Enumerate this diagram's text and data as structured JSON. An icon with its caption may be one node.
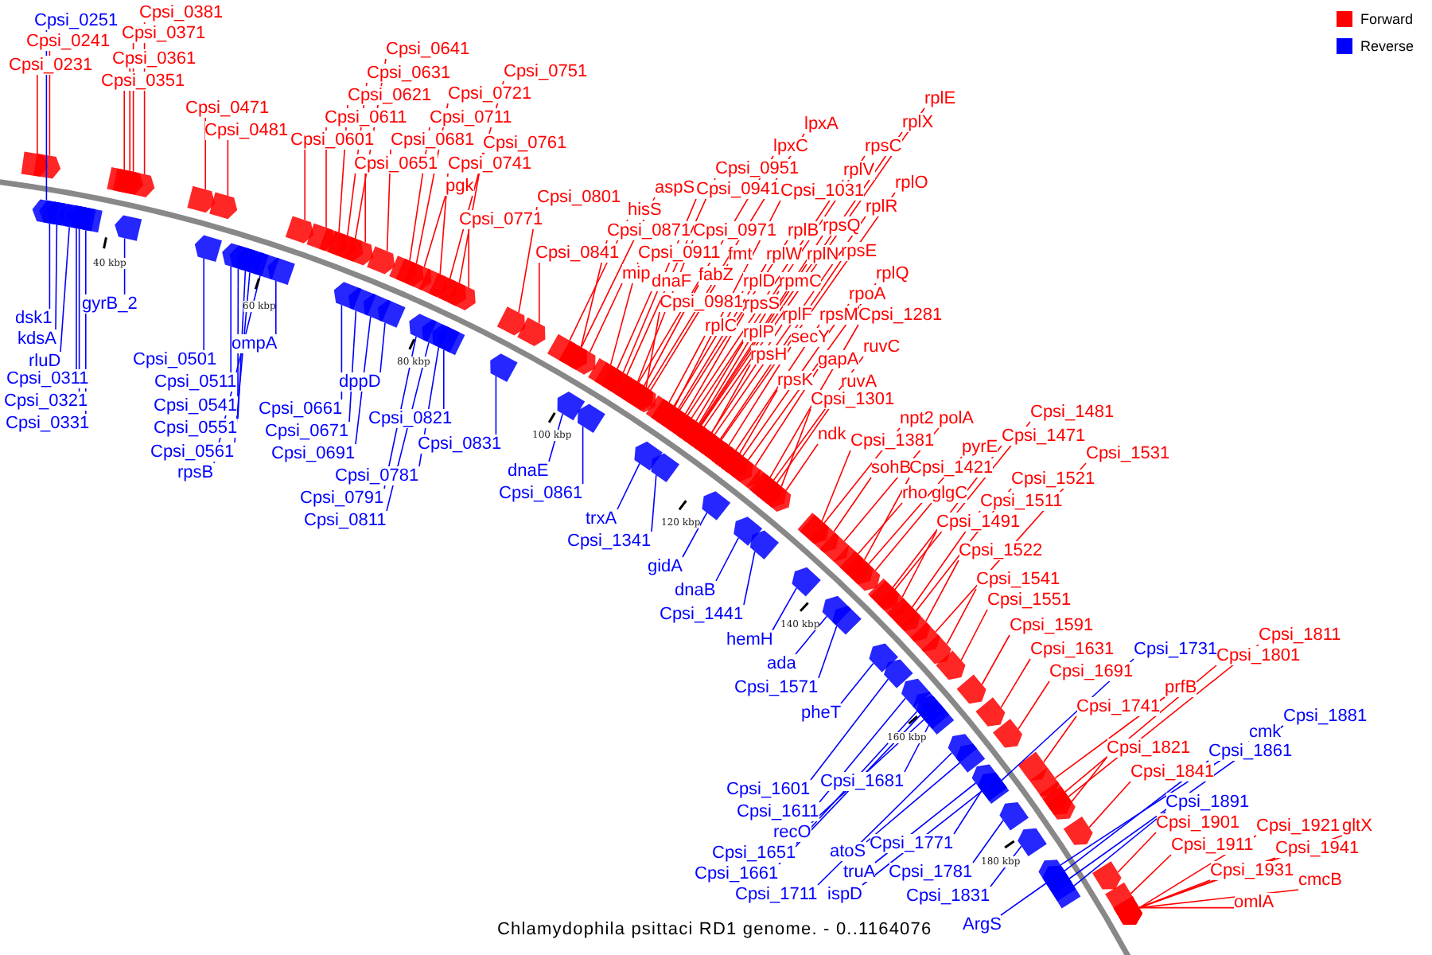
{
  "diagram": {
    "caption": "Chlamydophila psittaci RD1 genome. - 0..1164076",
    "nodes": [
      {
        "text": [
          "Cpsi_0251"
        ]
      },
      {
        "text": [
          "Cpsi_0241"
        ]
      },
      {
        "text": [
          "Cpsi_0231"
        ]
      },
      {
        "text": [
          "Cpsi_0381"
        ]
      },
      {
        "text": [
          "Cpsi_0371"
        ]
      },
      {
        "text": [
          "Cpsi_0361"
        ]
      },
      {
        "text": [
          "Cpsi_0351"
        ]
      },
      {
        "text": [
          "Cpsi_0471"
        ]
      },
      {
        "text": [
          "Cpsi_0481"
        ]
      },
      {
        "text": [
          "Cpsi_0641"
        ]
      },
      {
        "text": [
          "Cpsi_0631"
        ]
      },
      {
        "text": [
          "Cpsi_0621"
        ]
      },
      {
        "text": [
          "Cpsi_0611"
        ]
      },
      {
        "text": [
          "Cpsi_0601"
        ]
      },
      {
        "text": [
          "Cpsi_0651"
        ]
      },
      {
        "text": [
          "Cpsi_0751"
        ]
      },
      {
        "text": [
          "Cpsi_0721"
        ]
      },
      {
        "text": [
          "Cpsi_0711"
        ]
      },
      {
        "text": [
          "Cpsi_0681"
        ]
      },
      {
        "text": [
          "Cpsi_0761"
        ]
      },
      {
        "text": [
          "Cpsi_0741"
        ]
      },
      {
        "text": [
          "pgk"
        ]
      },
      {
        "text": [
          "Cpsi_0771"
        ]
      },
      {
        "text": [
          "Cpsi_0801"
        ]
      },
      {
        "text": [
          "Cpsi_0841"
        ]
      },
      {
        "text": [
          "hisS"
        ]
      },
      {
        "text": [
          "aspS"
        ]
      },
      {
        "text": [
          "Cpsi_0871"
        ]
      },
      {
        "text": [
          "Cpsi_0911"
        ]
      },
      {
        "text": [
          "mip"
        ]
      },
      {
        "text": [
          "dnaF"
        ]
      },
      {
        "text": [
          "Cpsi_0951"
        ]
      },
      {
        "text": [
          "lpxC"
        ]
      },
      {
        "text": [
          "lpxA"
        ]
      },
      {
        "text": [
          "Cpsi_0941"
        ]
      },
      {
        "text": [
          "Cpsi_0971"
        ]
      },
      {
        "text": [
          "fmt"
        ]
      },
      {
        "text": [
          "fabZ"
        ]
      },
      {
        "text": [
          "Cpsi_0981"
        ]
      },
      {
        "text": [
          "rplC"
        ]
      },
      {
        "text": [
          "rplD"
        ]
      },
      {
        "text": [
          "rpsS"
        ]
      },
      {
        "text": [
          "rplP"
        ]
      },
      {
        "text": [
          "rplB"
        ]
      },
      {
        "text": [
          "rplW"
        ]
      },
      {
        "text": [
          "rplN"
        ]
      },
      {
        "text": [
          "rpmC"
        ]
      },
      {
        "text": [
          "rplF"
        ]
      },
      {
        "text": [
          "rpsH"
        ]
      },
      {
        "text": [
          "rpsK"
        ]
      },
      {
        "text": [
          "secY"
        ]
      },
      {
        "text": [
          "rpsM"
        ]
      },
      {
        "text": [
          "Cpsi_1031"
        ]
      },
      {
        "text": [
          "rplV"
        ]
      },
      {
        "text": [
          "rpsC"
        ]
      },
      {
        "text": [
          "rplX"
        ]
      },
      {
        "text": [
          "rplE"
        ]
      },
      {
        "text": [
          "rplO"
        ]
      },
      {
        "text": [
          "rplR"
        ]
      },
      {
        "text": [
          "rpsQ"
        ]
      },
      {
        "text": [
          "rpsE"
        ]
      },
      {
        "text": [
          "rplQ"
        ]
      },
      {
        "text": [
          "rpoA"
        ]
      },
      {
        "text": [
          "Cpsi_1281"
        ]
      },
      {
        "text": [
          "ruvC"
        ]
      },
      {
        "text": [
          "gapA"
        ]
      },
      {
        "text": [
          "ruvA"
        ]
      },
      {
        "text": [
          "Cpsi_1301"
        ]
      },
      {
        "text": [
          "ndk"
        ]
      },
      {
        "text": [
          "Cpsi_1381"
        ]
      },
      {
        "text": [
          "npt2"
        ]
      },
      {
        "text": [
          "polA"
        ]
      },
      {
        "text": [
          "sohB"
        ]
      },
      {
        "text": [
          "Cpsi_1421"
        ]
      },
      {
        "text": [
          "rho"
        ]
      },
      {
        "text": [
          "glgC"
        ]
      },
      {
        "text": [
          "pyrE"
        ]
      },
      {
        "text": [
          "Cpsi_1471"
        ]
      },
      {
        "text": [
          "Cpsi_1481"
        ]
      },
      {
        "text": [
          "Cpsi_1531"
        ]
      },
      {
        "text": [
          "Cpsi_1521"
        ]
      },
      {
        "text": [
          "Cpsi_1511"
        ]
      },
      {
        "text": [
          "Cpsi_1491"
        ]
      },
      {
        "text": [
          "Cpsi_1522"
        ]
      },
      {
        "text": [
          "Cpsi_1541"
        ]
      },
      {
        "text": [
          "Cpsi_1551"
        ]
      },
      {
        "text": [
          "Cpsi_1591"
        ]
      },
      {
        "text": [
          "Cpsi_1631"
        ]
      },
      {
        "text": [
          "Cpsi_1691"
        ]
      },
      {
        "text": [
          "Cpsi_1731"
        ]
      },
      {
        "text": [
          "Cpsi_1801"
        ]
      },
      {
        "text": [
          "Cpsi_1811"
        ]
      },
      {
        "text": [
          "prfB"
        ]
      },
      {
        "text": [
          "Cpsi_1741"
        ]
      },
      {
        "text": [
          "Cpsi_1821"
        ]
      },
      {
        "text": [
          "Cpsi_1841"
        ]
      },
      {
        "text": [
          "Cpsi_1881"
        ]
      },
      {
        "text": [
          "cmk"
        ]
      },
      {
        "text": [
          "Cpsi_1861"
        ]
      },
      {
        "text": [
          "Cpsi_1891"
        ]
      },
      {
        "text": [
          "Cpsi_1901"
        ]
      },
      {
        "text": [
          "Cpsi_1911"
        ]
      },
      {
        "text": [
          "Cpsi_1921"
        ]
      },
      {
        "text": [
          "gltX"
        ]
      },
      {
        "text": [
          "Cpsi_1941"
        ]
      },
      {
        "text": [
          "Cpsi_1931"
        ]
      },
      {
        "text": [
          "cmcB"
        ]
      },
      {
        "text": [
          "omlA"
        ]
      },
      {
        "text": [
          "dsk1"
        ]
      },
      {
        "text": [
          "kdsA"
        ]
      },
      {
        "text": [
          "rluD"
        ]
      },
      {
        "text": [
          "Cpsi_0311"
        ]
      },
      {
        "text": [
          "Cpsi_0321"
        ]
      },
      {
        "text": [
          "Cpsi_0331"
        ]
      },
      {
        "text": [
          "gyrB_2"
        ]
      },
      {
        "text": [
          "Cpsi_0501"
        ]
      },
      {
        "text": [
          "Cpsi_0511"
        ]
      },
      {
        "text": [
          "Cpsi_0541"
        ]
      },
      {
        "text": [
          "Cpsi_0551"
        ]
      },
      {
        "text": [
          "Cpsi_0561"
        ]
      },
      {
        "text": [
          "rpsB"
        ]
      },
      {
        "text": [
          "ompA"
        ]
      },
      {
        "text": [
          "Cpsi_0661"
        ]
      },
      {
        "text": [
          "Cpsi_0671"
        ]
      },
      {
        "text": [
          "Cpsi_0691"
        ]
      },
      {
        "text": [
          "dppD"
        ]
      },
      {
        "text": [
          "Cpsi_0821"
        ]
      },
      {
        "text": [
          "Cpsi_0831"
        ]
      },
      {
        "text": [
          "Cpsi_0781"
        ]
      },
      {
        "text": [
          "Cpsi_0791"
        ]
      },
      {
        "text": [
          "Cpsi_0811"
        ]
      },
      {
        "text": [
          "dnaE"
        ]
      },
      {
        "text": [
          "Cpsi_0861"
        ]
      },
      {
        "text": [
          "trxA"
        ]
      },
      {
        "text": [
          "Cpsi_1341"
        ]
      },
      {
        "text": [
          "gidA"
        ]
      },
      {
        "text": [
          "dnaB"
        ]
      },
      {
        "text": [
          "Cpsi_1441"
        ]
      },
      {
        "text": [
          "hemH"
        ]
      },
      {
        "text": [
          "ada"
        ]
      },
      {
        "text": [
          "Cpsi_1571"
        ]
      },
      {
        "text": [
          "pheT"
        ]
      },
      {
        "text": [
          "Cpsi_1601"
        ]
      },
      {
        "text": [
          "Cpsi_1681"
        ]
      },
      {
        "text": [
          "Cpsi_1611"
        ]
      },
      {
        "text": [
          "recO"
        ]
      },
      {
        "text": [
          "atoS"
        ]
      },
      {
        "text": [
          "Cpsi_1771"
        ]
      },
      {
        "text": [
          "Cpsi_1651"
        ]
      },
      {
        "text": [
          "truA"
        ]
      },
      {
        "text": [
          "Cpsi_1781"
        ]
      },
      {
        "text": [
          "Cpsi_1661"
        ]
      },
      {
        "text": [
          "ispD"
        ]
      },
      {
        "text": [
          "Cpsi_1711"
        ]
      },
      {
        "text": [
          "Cpsi_1831"
        ]
      },
      {
        "text": [
          "ArgS"
        ]
      },
      {
        "text": [],
        "shape": "arrow"
      },
      {
        "text": [],
        "shape": "arrow"
      },
      {
        "text": [],
        "shape": "arrow"
      },
      {
        "text": [],
        "shape": "arrow"
      },
      {
        "text": [],
        "shape": "arrow"
      },
      {
        "text": [],
        "shape": "arrow"
      },
      {
        "text": [],
        "shape": "arrow"
      },
      {
        "text": [],
        "shape": "arrow"
      },
      {
        "text": [],
        "shape": "arrow"
      },
      {
        "text": [],
        "shape": "arrow"
      },
      {
        "text": [],
        "shape": "arrow"
      },
      {
        "text": [],
        "shape": "arrow"
      },
      {
        "text": [],
        "shape": "arrow"
      },
      {
        "text": [],
        "shape": "arrow"
      },
      {
        "text": [],
        "shape": "arrow"
      },
      {
        "text": [],
        "shape": "arrow"
      },
      {
        "text": [],
        "shape": "arrow"
      },
      {
        "text": [],
        "shape": "arrow"
      },
      {
        "text": [],
        "shape": "arrow"
      },
      {
        "text": [],
        "shape": "arrow"
      },
      {
        "text": [],
        "shape": "arrow"
      },
      {
        "text": [],
        "shape": "arrow"
      },
      {
        "text": [],
        "shape": "arrow"
      },
      {
        "text": [],
        "shape": "arrow"
      },
      {
        "text": [],
        "shape": "arrow"
      },
      {
        "text": [],
        "shape": "arrow"
      },
      {
        "text": [],
        "shape": "arrow"
      },
      {
        "text": [],
        "shape": "arrow"
      },
      {
        "text": [],
        "shape": "arrow"
      },
      {
        "text": [],
        "shape": "arrow"
      },
      {
        "text": [],
        "shape": "arrow"
      },
      {
        "text": [],
        "shape": "arrow"
      },
      {
        "text": [],
        "shape": "arrow"
      },
      {
        "text": [],
        "shape": "arrow"
      },
      {
        "text": [],
        "shape": "arrow"
      },
      {
        "text": [],
        "shape": "arrow"
      },
      {
        "text": [],
        "shape": "arrow"
      },
      {
        "text": [],
        "shape": "arrow"
      },
      {
        "text": [],
        "shape": "arrow"
      },
      {
        "text": [],
        "shape": "arrow"
      },
      {
        "text": [],
        "shape": "arrow"
      },
      {
        "text": [],
        "shape": "arrow"
      },
      {
        "text": [],
        "shape": "arrow"
      },
      {
        "text": [],
        "shape": "arrow"
      },
      {
        "text": [],
        "shape": "arrow"
      },
      {
        "text": [],
        "shape": "arrow"
      },
      {
        "text": [],
        "shape": "arrow"
      },
      {
        "text": [],
        "shape": "arrow"
      },
      {
        "text": [],
        "shape": "arrow"
      },
      {
        "text": [],
        "shape": "arrow"
      },
      {
        "text": [],
        "shape": "arrow"
      },
      {
        "text": [],
        "shape": "arrow"
      },
      {
        "text": [],
        "shape": "arrow"
      },
      {
        "text": [],
        "shape": "arrow"
      },
      {
        "text": [],
        "shape": "arrow"
      },
      {
        "text": [],
        "shape": "arrow"
      },
      {
        "text": [],
        "shape": "arrow"
      },
      {
        "text": [],
        "shape": "arrow"
      },
      {
        "text": [],
        "shape": "arrow"
      },
      {
        "text": [],
        "shape": "arrow"
      },
      {
        "text": [],
        "shape": "arrow"
      },
      {
        "text": [],
        "shape": "arrow"
      },
      {
        "text": [],
        "shape": "arrow"
      },
      {
        "text": [],
        "shape": "arrow"
      },
      {
        "text": [],
        "shape": "arrow"
      },
      {
        "text": [],
        "shape": "arrow"
      },
      {
        "text": [],
        "shape": "arrow"
      },
      {
        "text": [],
        "shape": "arrow"
      },
      {
        "text": [],
        "shape": "arrow"
      },
      {
        "text": [],
        "shape": "arrow"
      },
      {
        "text": [],
        "shape": "arrow"
      },
      {
        "text": [],
        "shape": "arrow"
      },
      {
        "text": [],
        "shape": "arrow"
      },
      {
        "text": [],
        "shape": "arrow"
      },
      {
        "text": [],
        "shape": "arrow"
      },
      {
        "text": [],
        "shape": "arrow"
      },
      {
        "text": [],
        "shape": "arrow"
      },
      {
        "text": [],
        "shape": "arrow"
      },
      {
        "text": [],
        "shape": "arrow"
      },
      {
        "text": [],
        "shape": "arrow"
      },
      {
        "text": [],
        "shape": "arrow"
      },
      {
        "text": [],
        "shape": "arrow"
      },
      {
        "text": [],
        "shape": "arrow"
      },
      {
        "text": [],
        "shape": "arrow"
      },
      {
        "text": [],
        "shape": "arrow"
      },
      {
        "text": [],
        "shape": "arrow"
      },
      {
        "text": [],
        "shape": "arrow"
      },
      {
        "text": [],
        "shape": "arrow"
      },
      {
        "text": [],
        "shape": "arrow"
      },
      {
        "text": [],
        "shape": "arrow"
      },
      {
        "text": [],
        "shape": "arrow"
      },
      {
        "text": [],
        "shape": "arrow"
      },
      {
        "text": [],
        "shape": "arrow"
      },
      {
        "text": [],
        "shape": "arrow"
      },
      {
        "text": [],
        "shape": "arrow"
      },
      {
        "text": [],
        "shape": "arrow"
      },
      {
        "text": [],
        "shape": "arrow"
      },
      {
        "text": [],
        "shape": "arrow"
      },
      {
        "text": [],
        "shape": "arrow"
      },
      {
        "text": [],
        "shape": "arrow"
      },
      {
        "text": [],
        "shape": "arrow"
      },
      {
        "text": [],
        "shape": "arrow"
      },
      {
        "text": [],
        "shape": "arrow"
      },
      {
        "text": [],
        "shape": "arrow"
      },
      {
        "text": [],
        "shape": "arrow"
      },
      {
        "text": [],
        "shape": "arrow"
      },
      {
        "text": [],
        "shape": "arrow"
      },
      {
        "text": [],
        "shape": "arrow"
      },
      {
        "text": [],
        "shape": "arrow"
      },
      {
        "text": [],
        "shape": "arrow"
      },
      {
        "text": [],
        "shape": "arrow"
      },
      {
        "text": [],
        "shape": "arrow"
      },
      {
        "text": [],
        "shape": "arrow"
      },
      {
        "text": [],
        "shape": "arrow"
      },
      {
        "text": [],
        "shape": "arrow"
      },
      {
        "text": [],
        "shape": "arrow"
      },
      {
        "text": [],
        "shape": "arrow"
      },
      {
        "text": [],
        "shape": "arrow"
      },
      {
        "text": [],
        "shape": "arrow"
      },
      {
        "text": [],
        "shape": "arrow"
      },
      {
        "text": [],
        "shape": "arrow"
      },
      {
        "text": [],
        "shape": "arrow"
      },
      {
        "text": [],
        "shape": "arrow"
      },
      {
        "text": [],
        "shape": "arrow"
      },
      {
        "text": [],
        "shape": "arrow"
      },
      {
        "text": [],
        "shape": "arrow"
      },
      {
        "text": [],
        "shape": "arrow"
      },
      {
        "text": [],
        "shape": "arrow"
      },
      {
        "text": [],
        "shape": "arrow"
      },
      {
        "text": [],
        "shape": "arrow"
      },
      {
        "text": [],
        "shape": "arrow"
      },
      {
        "text": [],
        "shape": "arrow"
      },
      {
        "text": [],
        "shape": "arrow"
      },
      {
        "text": [],
        "shape": "arrow"
      },
      {
        "text": [],
        "shape": "arrow"
      },
      {
        "text": [],
        "shape": "arrow"
      },
      {
        "text": [],
        "shape": "arrow"
      },
      {
        "text": [],
        "shape": "arrow"
      },
      {
        "text": [],
        "shape": "arrow"
      },
      {
        "text": [],
        "shape": "arrow"
      },
      {
        "text": [],
        "shape": "arrow"
      },
      {
        "text": [],
        "shape": "arrow"
      },
      {
        "text": [],
        "shape": "arrow"
      },
      {
        "text": [],
        "shape": "arrow"
      },
      {
        "text": [],
        "shape": "arrow"
      },
      {
        "text": [],
        "shape": "arrow"
      },
      {
        "text": [],
        "shape": "arrow"
      },
      {
        "text": [],
        "shape": "arrow"
      },
      {
        "text": [],
        "shape": "arrow"
      },
      {
        "text": [],
        "shape": "arrow"
      },
      {
        "text": [],
        "shape": "arrow"
      },
      {
        "text": [],
        "shape": "arrow"
      },
      {
        "text": [],
        "shape": "arrow"
      },
      {
        "text": [],
        "shape": "arrow"
      },
      {
        "text": [],
        "shape": "arrow"
      },
      {
        "text": [],
        "shape": "arrow"
      },
      {
        "text": [],
        "shape": "arrow"
      },
      {
        "text": [],
        "shape": "arrow"
      },
      {
        "text": [],
        "shape": "arrow"
      },
      {
        "text": [],
        "shape": "arrow"
      },
      {
        "text": [],
        "shape": "arrow"
      },
      {
        "text": [],
        "shape": "arrow"
      },
      {
        "text": [],
        "shape": "arrow"
      },
      {
        "text": [],
        "shape": "arrow"
      },
      {
        "text": [],
        "shape": "arrow"
      },
      {
        "text": [],
        "shape": "arrow"
      }
    ],
    "edges": [
      {
        "from": 0,
        "to": 156,
        "arrow": "none",
        "color": "#0000ff"
      },
      {
        "from": 1,
        "to": 157,
        "arrow": "none"
      },
      {
        "from": 2,
        "to": 158,
        "arrow": "none"
      },
      {
        "from": 3,
        "to": 159,
        "arrow": "none"
      },
      {
        "from": 4,
        "to": 160,
        "arrow": "none"
      },
      {
        "from": 5,
        "to": 161,
        "arrow": "none"
      },
      {
        "from": 6,
        "to": 162,
        "arrow": "none"
      },
      {
        "from": 7,
        "to": 163,
        "arrow": "none"
      },
      {
        "from": 8,
        "to": 164,
        "arrow": "none"
      },
      {
        "from": 9,
        "to": 165,
        "arrow": "none"
      },
      {
        "from": 10,
        "to": 166,
        "arrow": "none"
      },
      {
        "from": 11,
        "to": 167,
        "arrow": "none"
      },
      {
        "from": 12,
        "to": 168,
        "arrow": "none"
      },
      {
        "from": 13,
        "to": 169,
        "arrow": "none"
      },
      {
        "from": 14,
        "to": 170,
        "arrow": "none"
      },
      {
        "from": 15,
        "to": 171,
        "arrow": "none"
      },
      {
        "from": 16,
        "to": 172,
        "arrow": "none"
      },
      {
        "from": 17,
        "to": 173,
        "arrow": "none"
      },
      {
        "from": 18,
        "to": 174,
        "arrow": "none"
      },
      {
        "from": 19,
        "to": 175,
        "arrow": "none"
      },
      {
        "from": 20,
        "to": 176,
        "arrow": "none"
      },
      {
        "from": 21,
        "to": 177,
        "arrow": "none"
      },
      {
        "from": 22,
        "to": 178,
        "arrow": "none"
      },
      {
        "from": 23,
        "to": 179,
        "arrow": "none"
      },
      {
        "from": 24,
        "to": 180,
        "arrow": "none"
      },
      {
        "from": 25,
        "to": 181,
        "arrow": "none"
      },
      {
        "from": 26,
        "to": 182,
        "arrow": "none"
      },
      {
        "from": 27,
        "to": 183,
        "arrow": "none"
      },
      {
        "from": 28,
        "to": 184,
        "arrow": "none"
      },
      {
        "from": 29,
        "to": 185,
        "arrow": "none"
      },
      {
        "from": 30,
        "to": 186,
        "arrow": "none"
      },
      {
        "from": 31,
        "to": 187,
        "arrow": "none"
      },
      {
        "from": 32,
        "to": 188,
        "arrow": "none"
      },
      {
        "from": 33,
        "to": 189,
        "arrow": "none"
      },
      {
        "from": 34,
        "to": 190,
        "arrow": "none"
      },
      {
        "from": 35,
        "to": 191,
        "arrow": "none"
      },
      {
        "from": 36,
        "to": 192,
        "arrow": "none"
      },
      {
        "from": 37,
        "to": 193,
        "arrow": "none"
      },
      {
        "from": 38,
        "to": 194,
        "arrow": "none"
      },
      {
        "from": 39,
        "to": 195,
        "arrow": "none"
      },
      {
        "from": 40,
        "to": 196,
        "arrow": "none"
      },
      {
        "from": 41,
        "to": 197,
        "arrow": "none"
      },
      {
        "from": 42,
        "to": 198,
        "arrow": "none"
      },
      {
        "from": 43,
        "to": 199,
        "arrow": "none"
      },
      {
        "from": 44,
        "to": 200,
        "arrow": "none"
      },
      {
        "from": 45,
        "to": 201,
        "arrow": "none"
      },
      {
        "from": 46,
        "to": 202,
        "arrow": "none"
      },
      {
        "from": 47,
        "to": 203,
        "arrow": "none"
      },
      {
        "from": 48,
        "to": 204,
        "arrow": "none"
      },
      {
        "from": 49,
        "to": 205,
        "arrow": "none"
      },
      {
        "from": 50,
        "to": 206,
        "arrow": "none"
      },
      {
        "from": 51,
        "to": 207,
        "arrow": "none"
      },
      {
        "from": 52,
        "to": 208,
        "arrow": "none"
      },
      {
        "from": 53,
        "to": 209,
        "arrow": "none"
      },
      {
        "from": 54,
        "to": 210,
        "arrow": "none"
      },
      {
        "from": 55,
        "to": 211,
        "arrow": "none"
      },
      {
        "from": 56,
        "to": 212,
        "arrow": "none"
      },
      {
        "from": 57,
        "to": 213,
        "arrow": "none"
      },
      {
        "from": 58,
        "to": 214,
        "arrow": "none"
      },
      {
        "from": 59,
        "to": 215,
        "arrow": "none"
      },
      {
        "from": 60,
        "to": 216,
        "arrow": "none"
      },
      {
        "from": 61,
        "to": 217,
        "arrow": "none"
      },
      {
        "from": 62,
        "to": 218,
        "arrow": "none"
      },
      {
        "from": 63,
        "to": 219,
        "arrow": "none"
      },
      {
        "from": 64,
        "to": 220,
        "arrow": "none"
      },
      {
        "from": 65,
        "to": 221,
        "arrow": "none"
      },
      {
        "from": 66,
        "to": 222,
        "arrow": "none"
      },
      {
        "from": 67,
        "to": 223,
        "arrow": "none"
      },
      {
        "from": 68,
        "to": 224,
        "arrow": "none"
      },
      {
        "from": 69,
        "to": 225,
        "arrow": "none"
      },
      {
        "from": 70,
        "to": 226,
        "arrow": "none"
      },
      {
        "from": 71,
        "to": 227,
        "arrow": "none"
      },
      {
        "from": 72,
        "to": 228,
        "arrow": "none"
      },
      {
        "from": 73,
        "to": 229,
        "arrow": "none"
      },
      {
        "from": 74,
        "to": 230,
        "arrow": "none"
      },
      {
        "from": 75,
        "to": 231,
        "arrow": "none"
      },
      {
        "from": 76,
        "to": 232,
        "arrow": "none"
      },
      {
        "from": 77,
        "to": 233,
        "arrow": "none"
      },
      {
        "from": 78,
        "to": 234,
        "arrow": "none"
      },
      {
        "from": 79,
        "to": 235,
        "arrow": "none"
      },
      {
        "from": 80,
        "to": 236,
        "arrow": "none"
      },
      {
        "from": 81,
        "to": 237,
        "arrow": "none"
      },
      {
        "from": 82,
        "to": 238,
        "arrow": "none"
      },
      {
        "from": 83,
        "to": 239,
        "arrow": "none"
      },
      {
        "from": 84,
        "to": 240,
        "arrow": "none"
      },
      {
        "from": 85,
        "to": 241,
        "arrow": "none"
      },
      {
        "from": 86,
        "to": 242,
        "arrow": "none"
      },
      {
        "from": 87,
        "to": 243,
        "arrow": "none"
      },
      {
        "from": 88,
        "to": 244,
        "arrow": "none"
      },
      {
        "from": 89,
        "to": 245,
        "arrow": "none",
        "color": "#0000ff"
      },
      {
        "from": 90,
        "to": 246,
        "arrow": "none"
      },
      {
        "from": 91,
        "to": 247,
        "arrow": "none"
      },
      {
        "from": 92,
        "to": 248,
        "arrow": "none"
      },
      {
        "from": 93,
        "to": 249,
        "arrow": "none"
      },
      {
        "from": 94,
        "to": 250,
        "arrow": "none"
      },
      {
        "from": 95,
        "to": 251,
        "arrow": "none"
      },
      {
        "from": 96,
        "to": 252,
        "arrow": "none",
        "color": "#0000ff"
      },
      {
        "from": 97,
        "to": 253,
        "arrow": "none",
        "color": "#0000ff"
      },
      {
        "from": 98,
        "to": 254,
        "arrow": "none",
        "color": "#0000ff"
      },
      {
        "from": 99,
        "to": 255,
        "arrow": "none",
        "color": "#0000ff"
      },
      {
        "from": 100,
        "to": 256,
        "arrow": "none"
      },
      {
        "from": 101,
        "to": 257,
        "arrow": "none"
      },
      {
        "from": 102,
        "to": 258,
        "arrow": "none"
      },
      {
        "from": 103,
        "to": 259,
        "arrow": "none"
      },
      {
        "from": 104,
        "to": 260,
        "arrow": "none"
      },
      {
        "from": 105,
        "to": 261,
        "arrow": "none"
      },
      {
        "from": 106,
        "to": 262,
        "arrow": "none"
      },
      {
        "from": 107,
        "to": 263,
        "arrow": "none"
      },
      {
        "from": 108,
        "to": 264,
        "arrow": "none",
        "color": "#0000ff"
      },
      {
        "from": 109,
        "to": 265,
        "arrow": "none",
        "color": "#0000ff"
      },
      {
        "from": 110,
        "to": 266,
        "arrow": "none",
        "color": "#0000ff"
      },
      {
        "from": 111,
        "to": 267,
        "arrow": "none",
        "color": "#0000ff"
      },
      {
        "from": 112,
        "to": 268,
        "arrow": "none",
        "color": "#0000ff"
      },
      {
        "from": 113,
        "to": 269,
        "arrow": "none",
        "color": "#0000ff"
      },
      {
        "from": 114,
        "to": 270,
        "arrow": "none",
        "color": "#0000ff"
      },
      {
        "from": 115,
        "to": 271,
        "arrow": "none",
        "color": "#0000ff"
      },
      {
        "from": 116,
        "to": 272,
        "arrow": "none",
        "color": "#0000ff"
      },
      {
        "from": 117,
        "to": 273,
        "arrow": "none",
        "color": "#0000ff"
      },
      {
        "from": 118,
        "to": 274,
        "arrow": "none",
        "color": "#0000ff"
      },
      {
        "from": 119,
        "to": 275,
        "arrow": "none",
        "color": "#0000ff"
      },
      {
        "from": 120,
        "to": 276,
        "arrow": "none",
        "color": "#0000ff"
      },
      {
        "from": 121,
        "to": 277,
        "arrow": "none",
        "color": "#0000ff"
      },
      {
        "from": 122,
        "to": 278,
        "arrow": "none",
        "color": "#0000ff"
      },
      {
        "from": 123,
        "to": 279,
        "arrow": "none",
        "color": "#0000ff"
      },
      {
        "from": 124,
        "to": 280,
        "arrow": "none",
        "color": "#0000ff"
      },
      {
        "from": 125,
        "to": 281,
        "arrow": "none",
        "color": "#0000ff"
      },
      {
        "from": 126,
        "to": 282,
        "arrow": "none",
        "color": "#0000ff"
      },
      {
        "from": 127,
        "to": 283,
        "arrow": "none",
        "color": "#0000ff"
      },
      {
        "from": 128,
        "to": 284,
        "arrow": "none",
        "color": "#0000ff"
      },
      {
        "from": 129,
        "to": 285,
        "arrow": "none",
        "color": "#0000ff"
      },
      {
        "from": 130,
        "to": 286,
        "arrow": "none",
        "color": "#0000ff"
      },
      {
        "from": 131,
        "to": 287,
        "arrow": "none",
        "color": "#0000ff"
      },
      {
        "from": 132,
        "to": 288,
        "arrow": "none",
        "color": "#0000ff"
      },
      {
        "from": 133,
        "to": 289,
        "arrow": "none",
        "color": "#0000ff"
      },
      {
        "from": 134,
        "to": 290,
        "arrow": "none",
        "color": "#0000ff"
      },
      {
        "from": 135,
        "to": 291,
        "arrow": "none",
        "color": "#0000ff"
      },
      {
        "from": 136,
        "to": 292,
        "arrow": "none",
        "color": "#0000ff"
      },
      {
        "from": 137,
        "to": 293,
        "arrow": "none",
        "color": "#0000ff"
      },
      {
        "from": 138,
        "to": 294,
        "arrow": "none",
        "color": "#0000ff"
      },
      {
        "from": 139,
        "to": 295,
        "arrow": "none",
        "color": "#0000ff"
      },
      {
        "from": 140,
        "to": 296,
        "arrow": "none",
        "color": "#0000ff"
      },
      {
        "from": 141,
        "to": 297,
        "arrow": "none",
        "color": "#0000ff"
      },
      {
        "from": 142,
        "to": 298,
        "arrow": "none",
        "color": "#0000ff"
      },
      {
        "from": 143,
        "to": 299,
        "arrow": "none",
        "color": "#0000ff"
      },
      {
        "from": 144,
        "to": 300,
        "arrow": "none",
        "color": "#0000ff"
      },
      {
        "from": 145,
        "to": 301,
        "arrow": "none",
        "color": "#0000ff"
      },
      {
        "from": 146,
        "to": 302,
        "arrow": "none",
        "color": "#0000ff"
      },
      {
        "from": 147,
        "to": 303,
        "arrow": "none",
        "color": "#0000ff"
      },
      {
        "from": 148,
        "to": 304,
        "arrow": "none",
        "color": "#0000ff"
      },
      {
        "from": 149,
        "to": 305,
        "arrow": "none",
        "color": "#0000ff"
      },
      {
        "from": 150,
        "to": 306,
        "arrow": "none",
        "color": "#0000ff"
      },
      {
        "from": 151,
        "to": 307,
        "arrow": "none",
        "color": "#0000ff"
      },
      {
        "from": 152,
        "to": 308,
        "arrow": "none",
        "color": "#0000ff"
      },
      {
        "from": 153,
        "to": 309,
        "arrow": "none",
        "color": "#0000ff"
      },
      {
        "from": 154,
        "to": 310,
        "arrow": "none",
        "color": "#0000ff"
      },
      {
        "from": 155,
        "to": 311,
        "arrow": "none",
        "color": "#0000ff"
      }
    ],
    "labels": [
      "40 kbp",
      "60 kbp",
      "80 kbp",
      "100 kbp",
      "120 kbp",
      "140 kbp",
      "160 kbp",
      "180 kbp"
    ],
    "legend": [
      {
        "text": "Forward",
        "color": "#ff0000"
      },
      {
        "text": "Reverse",
        "color": "#0000ff"
      }
    ]
  }
}
